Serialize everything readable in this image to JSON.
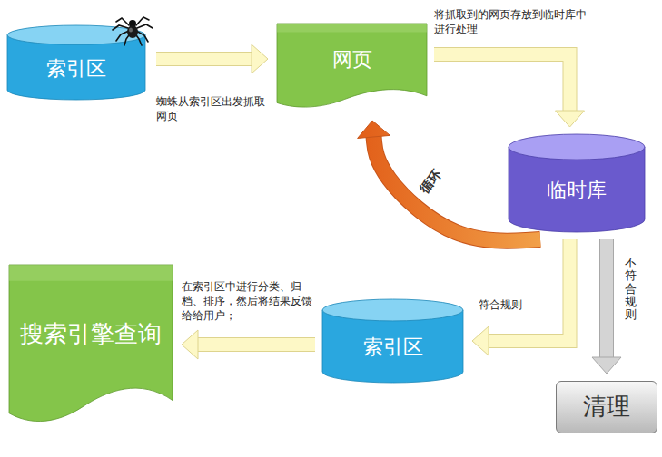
{
  "diagram": {
    "nodes": [
      {
        "text": [
          "索引区"
        ]
      },
      {
        "text": [
          "网页"
        ]
      },
      {
        "text": [
          "临时库"
        ]
      },
      {
        "text": [
          "索引区"
        ]
      },
      {
        "text": [
          "搜索引擎查询"
        ]
      },
      {
        "text": [
          "清理"
        ]
      }
    ],
    "edges": [
      {
        "from": 0,
        "to": 1,
        "label": "蜘蛛从索引区出发抓取网页",
        "arrow": "to"
      },
      {
        "from": 1,
        "to": 2,
        "label": "将抓取到的网页存放到临时库中进行处理",
        "arrow": "to"
      },
      {
        "from": 2,
        "to": 1,
        "label": "循环",
        "arrow": "to"
      },
      {
        "from": 2,
        "to": 3,
        "label": "符合规则",
        "arrow": "to"
      },
      {
        "from": 2,
        "to": 5,
        "label": "不符合规则",
        "arrow": "to"
      },
      {
        "from": 3,
        "to": 4,
        "label": "在索引区中进行分类、归档、排序，然后将结果反馈给给用户；",
        "arrow": "to"
      }
    ]
  }
}
